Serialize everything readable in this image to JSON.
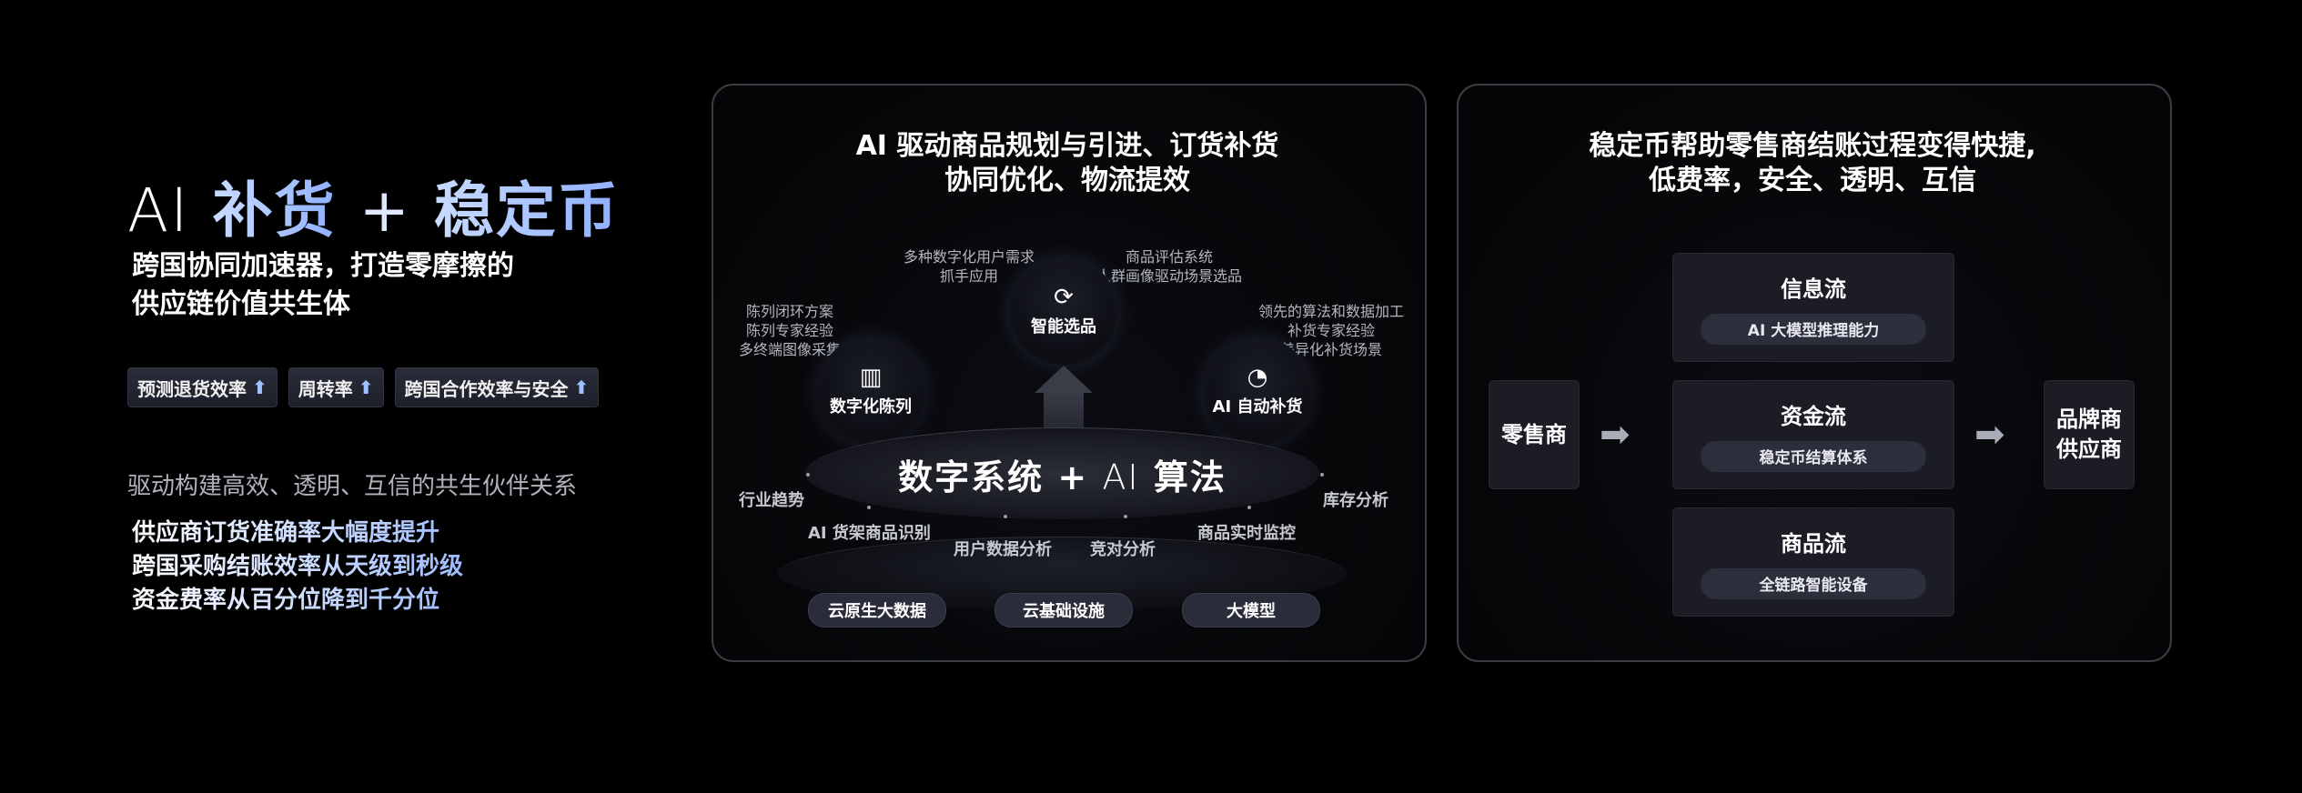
{
  "left": {
    "title_ai": "AI",
    "title_part1": "补货",
    "title_plus": "+",
    "title_part2": "稳定币",
    "subtitle_line1": "跨国协同加速器，打造零摩擦的",
    "subtitle_line2": "供应链价值共生体",
    "tags": [
      "预测退货效率",
      "周转率",
      "跨国合作效率与安全"
    ],
    "tag_arrow": "⬆",
    "tagline": "驱动构建高效、透明、互信的共生伙伴关系",
    "benefits": [
      "供应商订货准确率大幅度提升",
      "跨国采购结账效率从天级到秒级",
      "资金费率从百分位降到千分位"
    ]
  },
  "middle": {
    "title_line1": "AI 驱动商品规划与引进、订货补货",
    "title_line2": "协同优化、物流提效",
    "nodes": {
      "display": {
        "label": "数字化陈列",
        "icon": "▥",
        "notes": [
          "陈列闭环方案",
          "陈列专家经验",
          "多终端图像采集"
        ]
      },
      "select": {
        "label": "智能选品",
        "icon": "⟳",
        "notes_left": [
          "多种数字化用户需求",
          "抓手应用"
        ],
        "notes_right": [
          "商品评估系统",
          "人群画像驱动场景选品"
        ]
      },
      "replenish": {
        "label": "AI 自动补货",
        "icon": "◔",
        "notes": [
          "领先的算法和数据加工",
          "补货专家经验",
          "差异化补货场景"
        ]
      }
    },
    "main_left": "数字系统",
    "main_plus": "+",
    "main_ai": "AI",
    "main_right": "算法",
    "labels": {
      "trend": "行业趋势",
      "shelf": "AI 货架商品识别",
      "user": "用户数据分析",
      "compete": "竞对分析",
      "monitor": "商品实时监控",
      "inventory": "库存分析"
    },
    "pills": [
      "云原生大数据",
      "云基础设施",
      "大模型"
    ]
  },
  "right": {
    "title_line1": "稳定币帮助零售商结账过程变得快捷,",
    "title_line2": "低费率，安全、透明、互信",
    "retailer": "零售商",
    "supplier_line1": "品牌商",
    "supplier_line2": "供应商",
    "arrow": "➡",
    "flows": [
      {
        "title": "信息流",
        "pill": "AI 大模型推理能力"
      },
      {
        "title": "资金流",
        "pill": "稳定币结算体系"
      },
      {
        "title": "商品流",
        "pill": "全链路智能设备"
      }
    ]
  }
}
